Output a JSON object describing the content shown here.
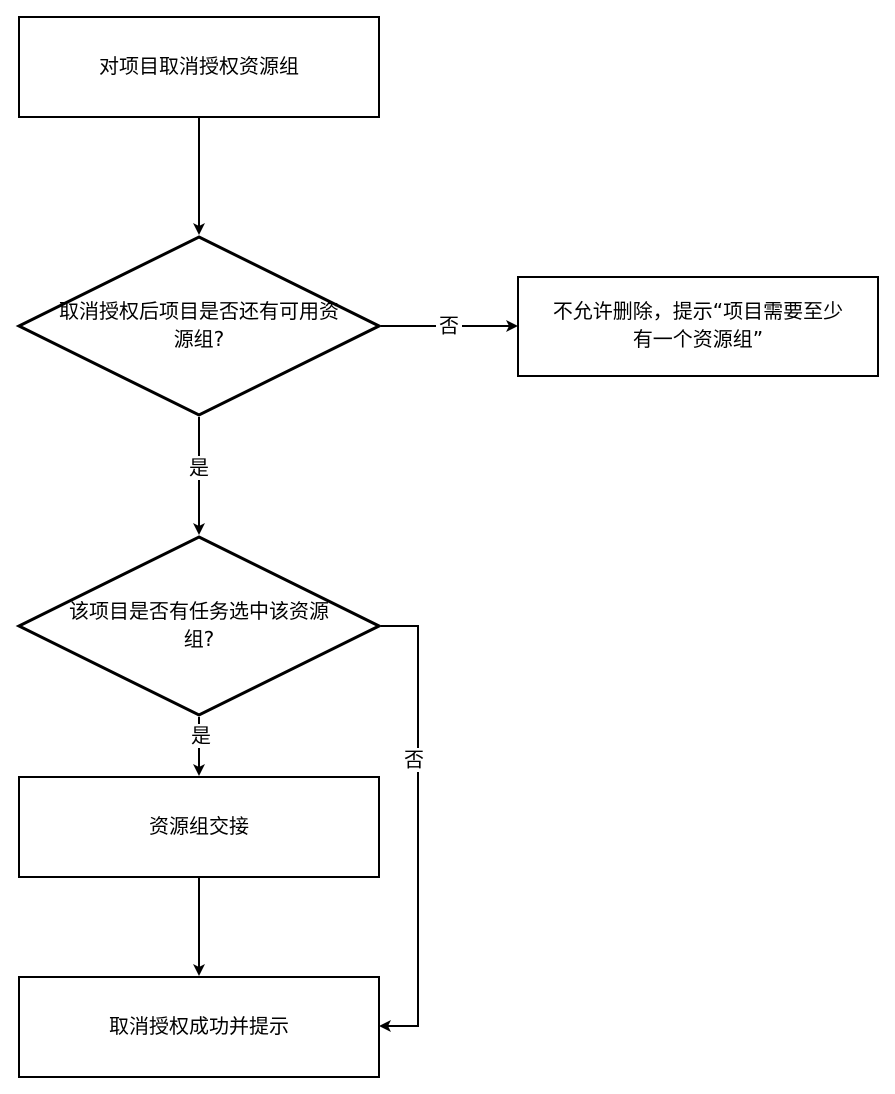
{
  "diagram": {
    "nodes": {
      "start": {
        "lines": [
          "对项目取消授权资源组"
        ]
      },
      "decision1": {
        "lines": [
          "取消授权后项目是否还有可用资",
          "源组?"
        ]
      },
      "error": {
        "lines": [
          "不允许删除，提示“项目需要至少",
          "有一个资源组”"
        ]
      },
      "decision2": {
        "lines": [
          "该项目是否有任务选中该资源",
          "组?"
        ]
      },
      "handover": {
        "lines": [
          "资源组交接"
        ]
      },
      "end": {
        "lines": [
          "取消授权成功并提示"
        ]
      }
    },
    "edges": {
      "d1_no": "否",
      "d1_yes": "是",
      "d2_yes": "是",
      "d2_no": "否"
    }
  }
}
